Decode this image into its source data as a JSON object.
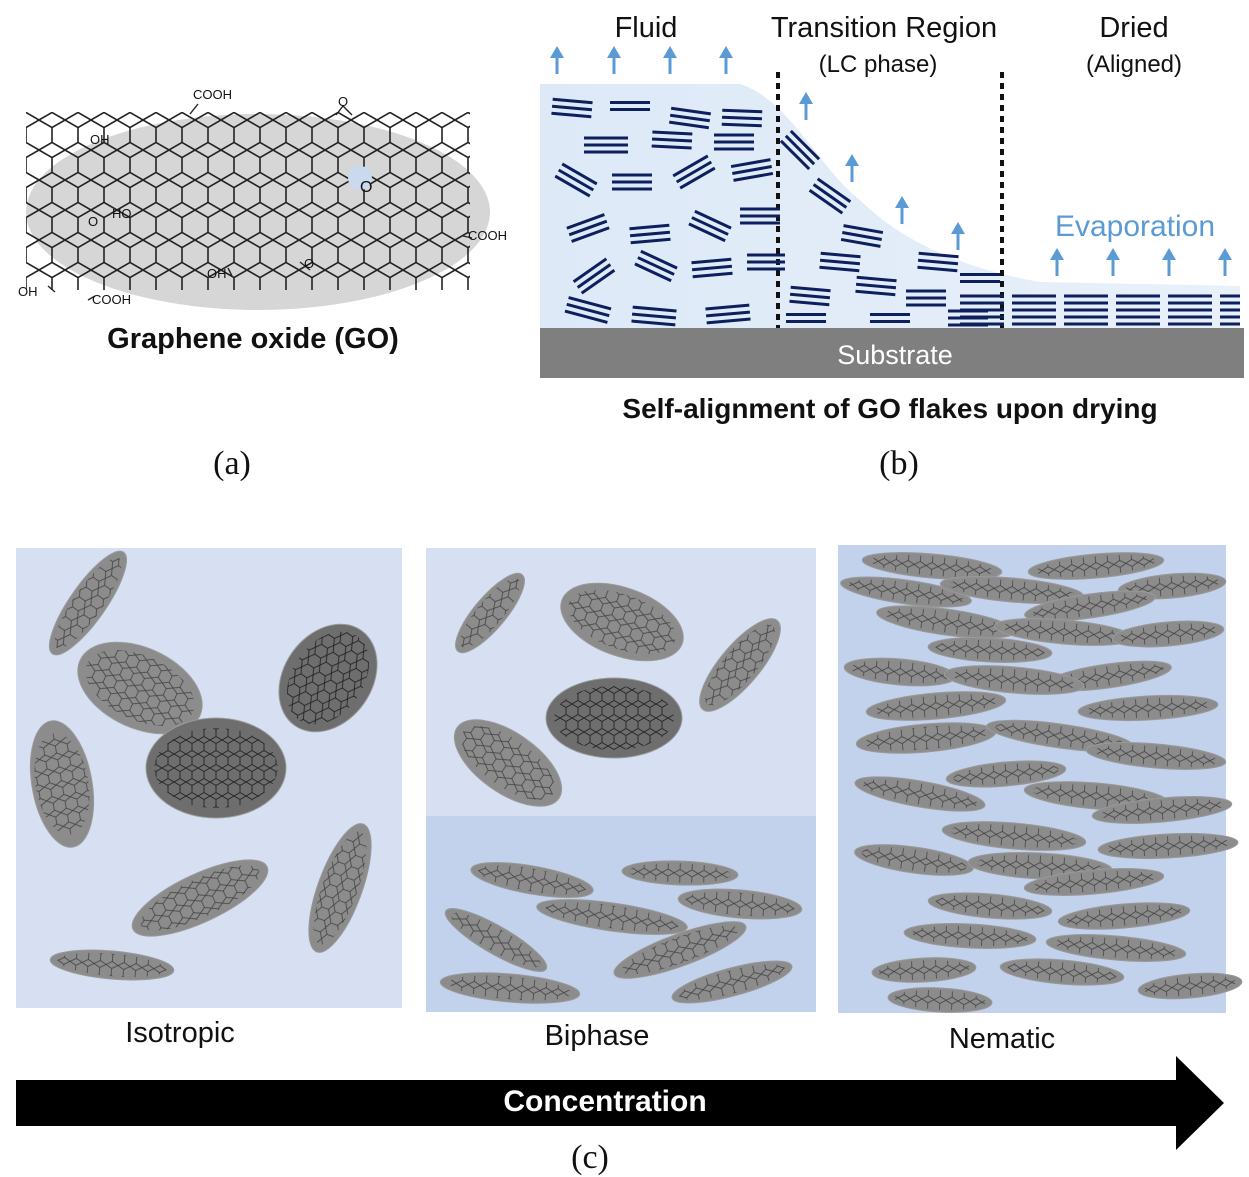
{
  "panel_a": {
    "caption": "Graphene oxide (GO)",
    "groups": {
      "cooh_top": "COOH",
      "oh_left": "OH",
      "o_top": "O",
      "o_center": "O",
      "ho_mid": "HO",
      "o_left": "O",
      "cooh_right": "COOH",
      "oh_bottom": "OH",
      "o_bottom": "O",
      "oh_far_left": "OH",
      "cooh_bottom": "COOH"
    },
    "label": "(a)"
  },
  "panel_b": {
    "fluid_label": "Fluid",
    "transition_label": "Transition Region",
    "lc_label": "(LC phase)",
    "dried_label": "Dried",
    "aligned_label": "(Aligned)",
    "evaporation_label": "Evaporation",
    "substrate_label": "Substrate",
    "caption": "Self-alignment of GO flakes upon drying",
    "label": "(b)",
    "colors": {
      "flake": "#0d1f5c",
      "arrow": "#5b9bd5",
      "liquid": "#dde9f7",
      "substrate": "#7f7f7f"
    }
  },
  "panel_c": {
    "phases": [
      "Isotropic",
      "Biphase",
      "Nematic"
    ],
    "arrow_label": "Concentration",
    "label": "(c)",
    "colors": {
      "box": "#c8d6ee",
      "flake": "#8c8c8c",
      "flake_dark": "#6e6e6e"
    }
  }
}
